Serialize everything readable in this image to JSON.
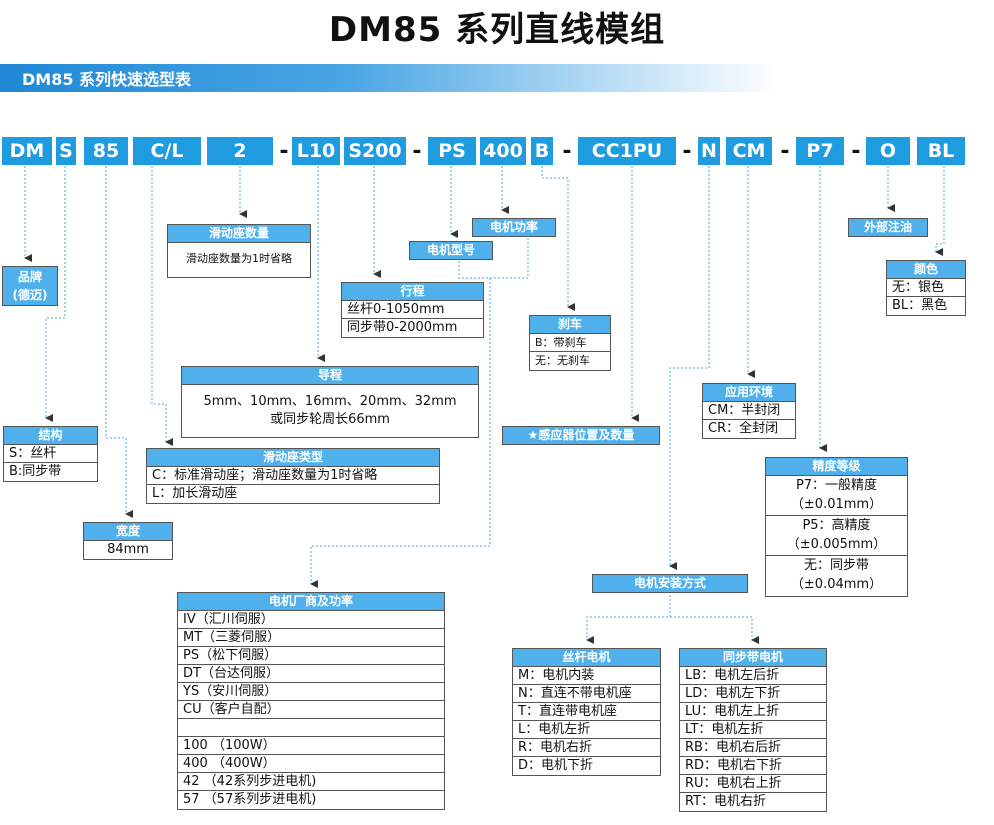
{
  "title": "DM85 系列直线模组",
  "subtitle": "DM85 系列快速选型表",
  "code": {
    "dm": "DM",
    "s": "S",
    "n85": "85",
    "cl": "C/L",
    "n2": "2",
    "l10": "L10",
    "s200": "S200",
    "ps": "PS",
    "n400": "400",
    "b": "B",
    "cc1pu": "CC1PU",
    "n": "N",
    "cm": "CM",
    "p7": "P7",
    "o": "O",
    "bl": "BL",
    "dash": "-"
  },
  "brand": {
    "label": "品牌",
    "value": "(德迈)"
  },
  "structure": {
    "header": "结构",
    "rows": [
      "S：丝杆",
      "B:同步带"
    ]
  },
  "width": {
    "header": "宽度",
    "value": "84mm"
  },
  "slide_type": {
    "header": "滑动座类型",
    "rows": [
      "C：标准滑动座；滑动座数量为1时省略",
      "L：加长滑动座"
    ]
  },
  "slide_count": {
    "header": "滑动座数量",
    "value": "滑动座数量为1时省略"
  },
  "lead": {
    "header": "导程",
    "line1": "5mm、10mm、16mm、20mm、32mm",
    "line2": "或同步轮周长66mm"
  },
  "stroke": {
    "header": "行程",
    "rows": [
      "丝杆0-1050mm",
      "同步带0-2000mm"
    ]
  },
  "motor_power": {
    "label": "电机功率"
  },
  "motor_model": {
    "label": "电机型号"
  },
  "brake": {
    "header": "刹车",
    "rows": [
      "B：带刹车",
      "无：无刹车"
    ]
  },
  "sensor": {
    "label": "★感应器位置及数量"
  },
  "env": {
    "header": "应用环境",
    "rows": [
      "CM：半封闭",
      "CR：全封闭"
    ]
  },
  "precision": {
    "header": "精度等级",
    "rows": [
      "P7：一般精度",
      "（±0.01mm）",
      "P5：高精度",
      "（±0.005mm）",
      "无：同步带",
      "（±0.04mm）"
    ]
  },
  "oil": {
    "label": "外部注油"
  },
  "color": {
    "header": "颜色",
    "rows": [
      "无：银色",
      "BL：黑色"
    ]
  },
  "motor_mfr": {
    "header": "电机厂商及功率",
    "rows": [
      "IV（汇川伺服）",
      "MT（三菱伺服）",
      "PS（松下伺服）",
      "DT（台达伺服）",
      "YS（安川伺服）",
      "CU（客户自配）",
      "",
      "100 （100W）",
      "400 （400W）",
      "42 （42系列步进电机)",
      "57 （57系列步进电机)"
    ]
  },
  "motor_mount": {
    "label": "电机安装方式"
  },
  "screw_motor": {
    "header": "丝杆电机",
    "rows": [
      "M：电机内装",
      "N：直连不带电机座",
      "T：直连带电机座",
      "L：电机左折",
      "R：电机右折",
      "D：电机下折"
    ]
  },
  "belt_motor": {
    "header": "同步带电机",
    "rows": [
      "LB：电机左后折",
      "LD：电机左下折",
      "LU：电机左上折",
      "LT：电机左折",
      "RB：电机右后折",
      "RD：电机右下折",
      "RU：电机右上折",
      "RT：电机右折"
    ]
  }
}
